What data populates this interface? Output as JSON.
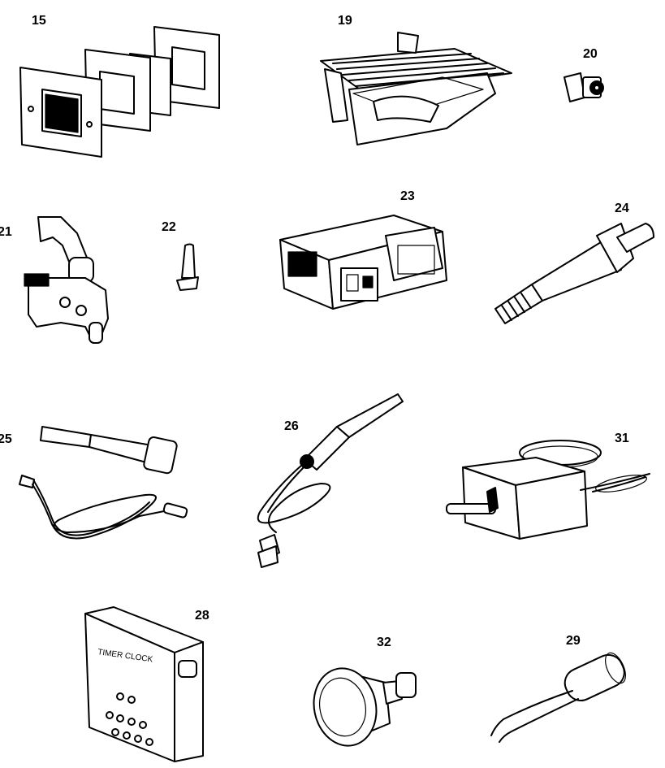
{
  "parts": [
    {
      "number": "15",
      "icon": "plates-icon"
    },
    {
      "number": "19",
      "icon": "burner-icon"
    },
    {
      "number": "20",
      "icon": "jet-icon"
    },
    {
      "number": "21",
      "icon": "bracket-icon"
    },
    {
      "number": "22",
      "icon": "pin-icon"
    },
    {
      "number": "23",
      "icon": "control-box-icon"
    },
    {
      "number": "24",
      "icon": "sensor-icon"
    },
    {
      "number": "25",
      "icon": "thermocouple-icon"
    },
    {
      "number": "26",
      "icon": "probe-lead-icon"
    },
    {
      "number": "31",
      "icon": "thermostat-icon"
    },
    {
      "number": "28",
      "icon": "timer-box-icon"
    },
    {
      "number": "32",
      "icon": "knob-icon"
    },
    {
      "number": "29",
      "icon": "capacitor-icon"
    }
  ]
}
